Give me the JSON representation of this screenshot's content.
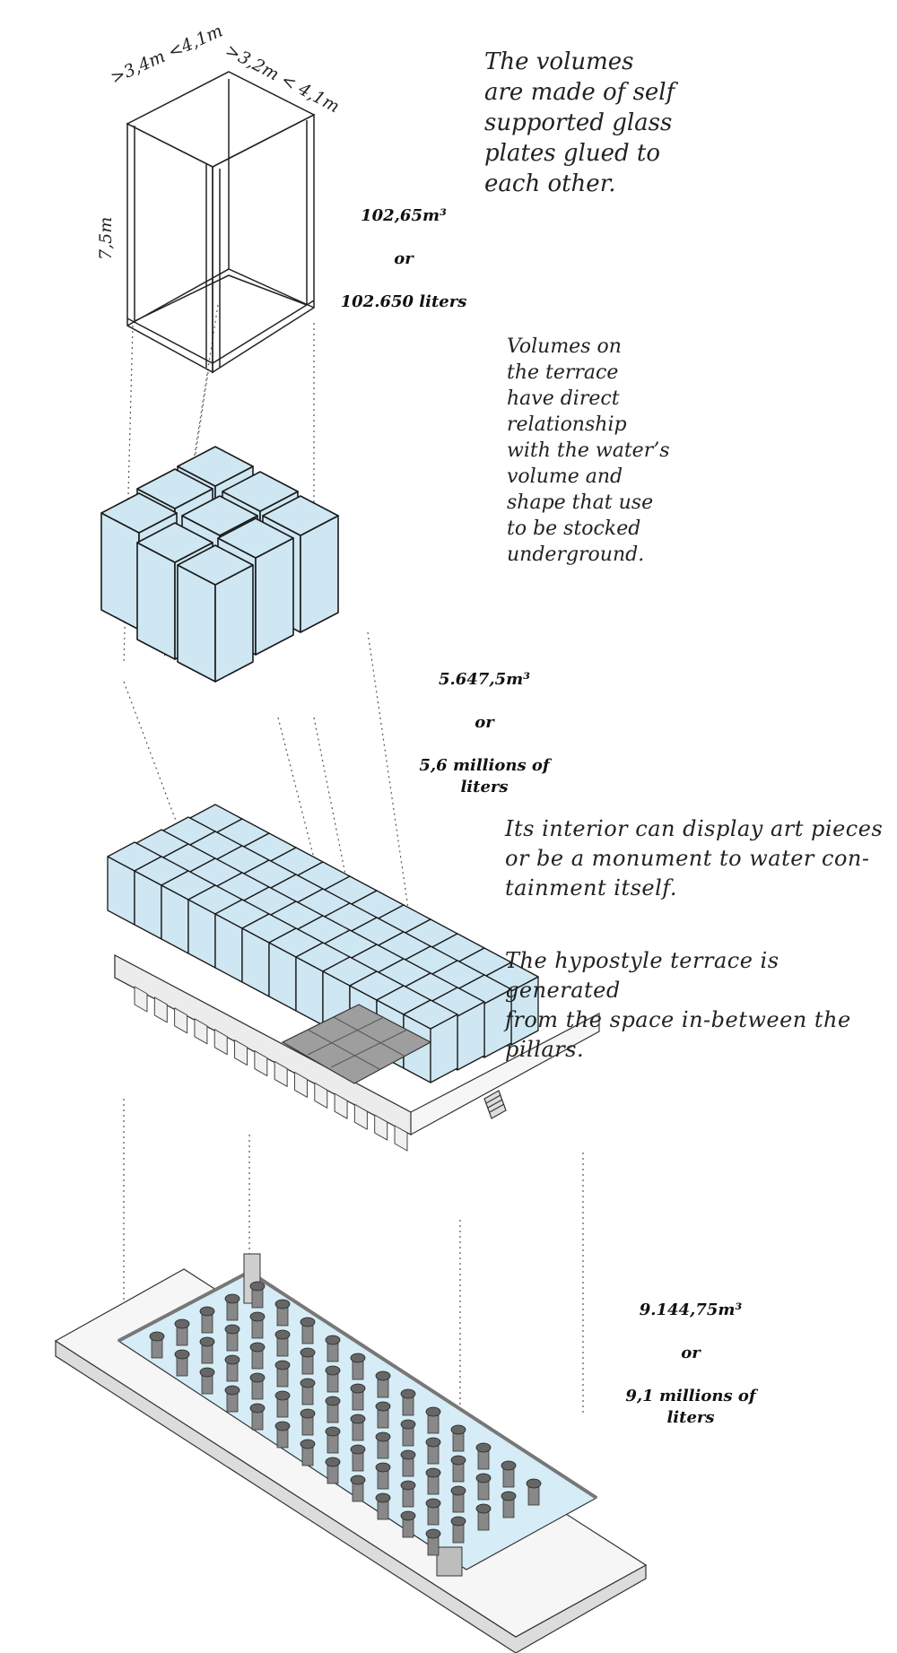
{
  "notes": {
    "glass": "The volumes\nare made of self\nsupported glass\nplates glued to\neach other.",
    "terrace": "Volumes on\nthe terrace\nhave direct\nrelationship\nwith the water’s\nvolume and\nshape that use\nto be stocked\nunderground.",
    "interior": "Its interior can  display art pieces\nor be a monument to water con-\ntainment itself.",
    "hypostyle": "The hypostyle terrace is generated\nfrom the space in-between the\npillars."
  },
  "volumes": {
    "single": {
      "amount": "102,65m³",
      "or": "or",
      "liters": "102.650 liters"
    },
    "terrace": {
      "amount": "5.647,5m³",
      "or": "or",
      "liters": "5,6 millions of\nliters"
    },
    "cistern": {
      "amount": "9.144,75m³",
      "or": "or",
      "liters": "9,1 millions of\nliters"
    }
  },
  "dimensions": {
    "width": ">3,4m <4,1m",
    "depth": ">3,2m < 4,1m",
    "height": "7,5m"
  },
  "colors": {
    "glass_fill": "#cfe7f2",
    "glass_stroke": "#1a1a1a",
    "grey_plaza": "#9a9a9a",
    "slab": "#f4f4f4",
    "water": "#d6ecf6",
    "column": "#666666"
  }
}
